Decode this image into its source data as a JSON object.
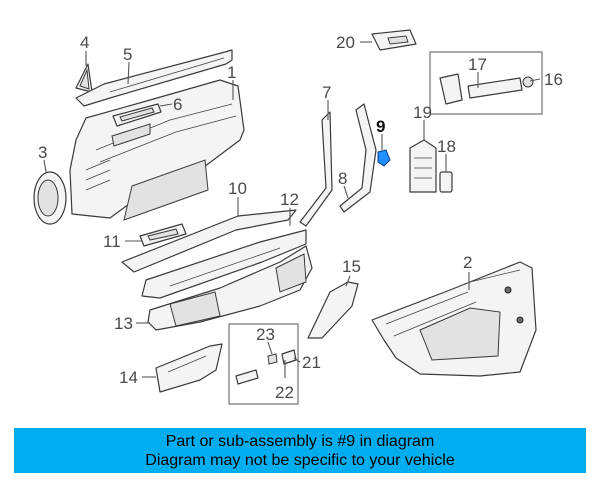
{
  "callouts": [
    {
      "id": "1",
      "text": "1"
    },
    {
      "id": "2",
      "text": "2"
    },
    {
      "id": "3",
      "text": "3"
    },
    {
      "id": "4",
      "text": "4"
    },
    {
      "id": "5",
      "text": "5"
    },
    {
      "id": "6",
      "text": "6"
    },
    {
      "id": "7",
      "text": "7"
    },
    {
      "id": "8",
      "text": "8"
    },
    {
      "id": "9",
      "text": "9"
    },
    {
      "id": "10",
      "text": "10"
    },
    {
      "id": "11",
      "text": "11"
    },
    {
      "id": "12",
      "text": "12"
    },
    {
      "id": "13",
      "text": "13"
    },
    {
      "id": "14",
      "text": "14"
    },
    {
      "id": "15",
      "text": "15"
    },
    {
      "id": "16",
      "text": "16"
    },
    {
      "id": "17",
      "text": "17"
    },
    {
      "id": "18",
      "text": "18"
    },
    {
      "id": "19",
      "text": "19"
    },
    {
      "id": "20",
      "text": "20"
    },
    {
      "id": "21",
      "text": "21"
    },
    {
      "id": "22",
      "text": "22"
    },
    {
      "id": "23",
      "text": "23"
    }
  ],
  "highlighted_part": "9",
  "colors": {
    "banner": "#00aeef",
    "highlight_part": "#1e90ff",
    "line": "#555555"
  },
  "banner": {
    "line1": "Part or sub-assembly is #9 in diagram",
    "line2": "Diagram may not be specific to your vehicle"
  }
}
